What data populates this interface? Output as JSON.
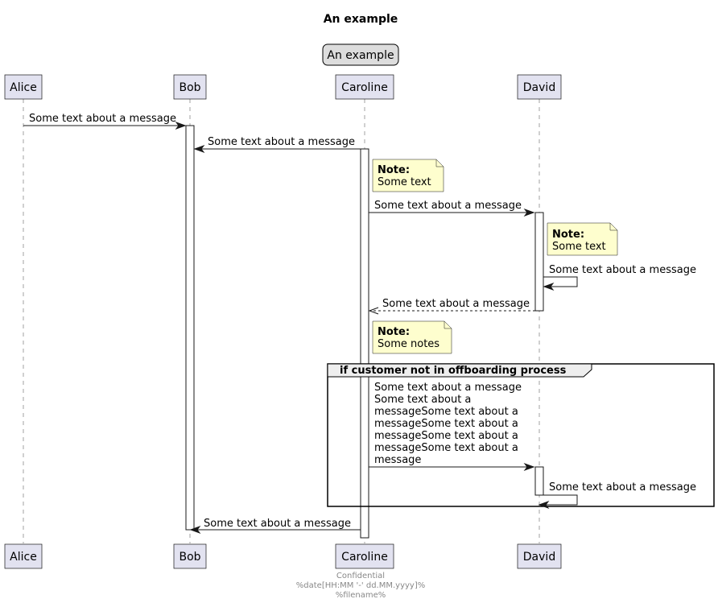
{
  "title": "An example",
  "legend": "An example",
  "participants": [
    "Alice",
    "Bob",
    "Caroline",
    "David"
  ],
  "messages": {
    "m1": "Some text about a message",
    "m2": "Some text about a message",
    "m3": "Some text about a message",
    "m4": "Some text about a message",
    "m5": "Some text about a message",
    "m6_lines": [
      "Some text about a message",
      "Some text about a",
      "messageSome text about a",
      "messageSome text about a",
      "messageSome text about a",
      "messageSome text about a",
      "message"
    ],
    "m7": "Some text about a message",
    "m8": "Some text about a message"
  },
  "notes": {
    "n1": {
      "label": "Note:",
      "text": "Some text"
    },
    "n2": {
      "label": "Note:",
      "text": "Some text"
    },
    "n3": {
      "label": "Note:",
      "text": "Some notes"
    }
  },
  "group": {
    "label": "if customer not in offboarding process"
  },
  "footer": {
    "line1": "Confidential",
    "line2": "%date[HH:MM '-' dd.MM.yyyy]%",
    "line3": "%filename%"
  }
}
